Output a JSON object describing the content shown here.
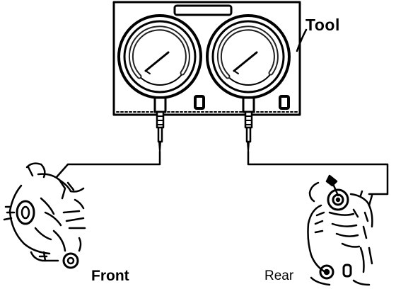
{
  "labels": {
    "tool": "Tool",
    "front": "Front",
    "rear": "Rear"
  },
  "colors": {
    "ink": "#000000",
    "paper": "#ffffff",
    "gauge_arc": "#555555"
  }
}
